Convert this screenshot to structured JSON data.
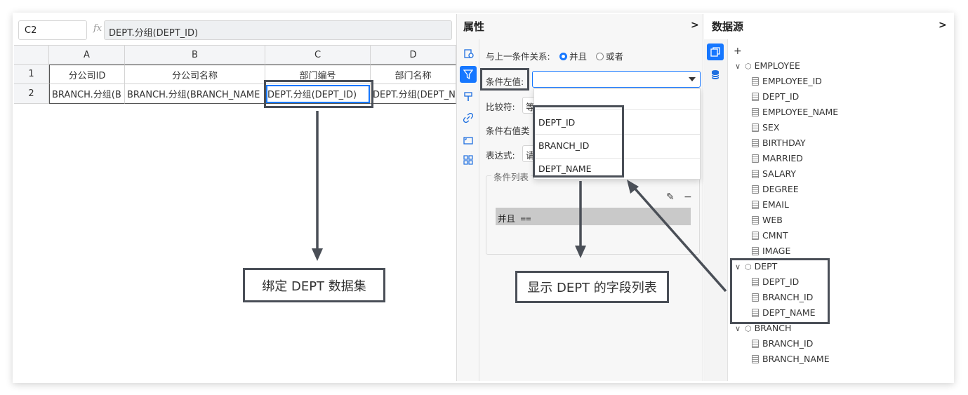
{
  "formula_bar": {
    "cell_ref": "C2",
    "fx": "fx",
    "formula": "DEPT.分组(DEPT_ID)"
  },
  "sheet": {
    "columns": [
      "A",
      "B",
      "C",
      "D"
    ],
    "rows": [
      "1",
      "2"
    ],
    "row1": [
      "分公司ID",
      "分公司名称",
      "部门编号",
      "部门名称"
    ],
    "row2": [
      "BRANCH.分组(B",
      "BRANCH.分组(BRANCH_NAME",
      "DEPT.分组(DEPT_ID)",
      "DEPT.分组(DEPT_N"
    ]
  },
  "callouts": {
    "bind": "绑定 DEPT 数据集",
    "fields": "显示 DEPT 的字段列表"
  },
  "props": {
    "title": "属性",
    "collapse": ">",
    "relation_label": "与上一条件关系:",
    "relation_and": "并且",
    "relation_or": "或者",
    "left_value_label": "条件左值:",
    "compare_label": "比较符:",
    "compare_stub": "等",
    "right_type_label": "条件右值类",
    "expr_label": "表达式:",
    "expr_stub": "请",
    "cond_list_label": "条件列表",
    "cond_item": "并且 ==",
    "edit_icon": "✎",
    "remove_icon": "−",
    "dropdown_options": [
      "DEPT_ID",
      "BRANCH_ID",
      "DEPT_NAME"
    ]
  },
  "datasource": {
    "title": "数据源",
    "collapse": ">",
    "add": "+",
    "groups": [
      {
        "name": "EMPLOYEE",
        "fields": [
          "EMPLOYEE_ID",
          "DEPT_ID",
          "EMPLOYEE_NAME",
          "SEX",
          "BIRTHDAY",
          "MARRIED",
          "SALARY",
          "DEGREE",
          "EMAIL",
          "WEB",
          "CMNT",
          "IMAGE"
        ]
      },
      {
        "name": "DEPT",
        "fields": [
          "DEPT_ID",
          "BRANCH_ID",
          "DEPT_NAME"
        ]
      },
      {
        "name": "BRANCH",
        "fields": [
          "BRANCH_ID",
          "BRANCH_NAME"
        ]
      }
    ]
  },
  "colors": {
    "accent": "#1677ff",
    "annotation": "#4a4f57"
  }
}
